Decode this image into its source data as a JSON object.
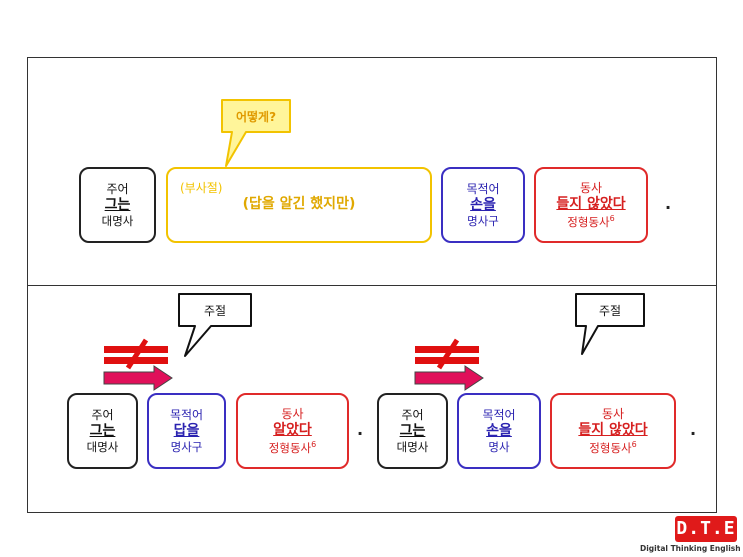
{
  "top": {
    "callout": "어떻게?",
    "subject": {
      "label": "주어",
      "word": "그는",
      "sub": "대명사"
    },
    "adverb": {
      "label": "(부사절)",
      "word": "(답을 알긴 했지만)"
    },
    "object": {
      "label": "목적어",
      "word": "손을",
      "sub": "명사구"
    },
    "verb": {
      "label": "동사",
      "word": "들지 않았다",
      "sub": "정형동사",
      "sup": "6"
    },
    "period": "."
  },
  "bottom_left": {
    "callout": "주절",
    "subject": {
      "label": "주어",
      "word": "그는",
      "sub": "대명사"
    },
    "object": {
      "label": "목적어",
      "word": "답을",
      "sub": "명사구"
    },
    "verb": {
      "label": "동사",
      "word": "알았다",
      "sub": "정형동사",
      "sup": "6"
    },
    "period": "."
  },
  "bottom_right": {
    "callout": "주절",
    "subject": {
      "label": "주어",
      "word": "그는",
      "sub": "대명사"
    },
    "object": {
      "label": "목적어",
      "word": "손을",
      "sub": "명사"
    },
    "verb": {
      "label": "동사",
      "word": "들지 않았다",
      "sub": "정형동사",
      "sup": "6"
    },
    "period": "."
  },
  "logo": {
    "text": "D.T.E",
    "tagline": "Digital Thinking English"
  },
  "colors": {
    "subject": "#222222",
    "object": "#3a2fc2",
    "verb": "#e02a2a",
    "adverb": "#f2c300",
    "callout_fill": "#fff59a",
    "arrow": "#e0105a"
  }
}
